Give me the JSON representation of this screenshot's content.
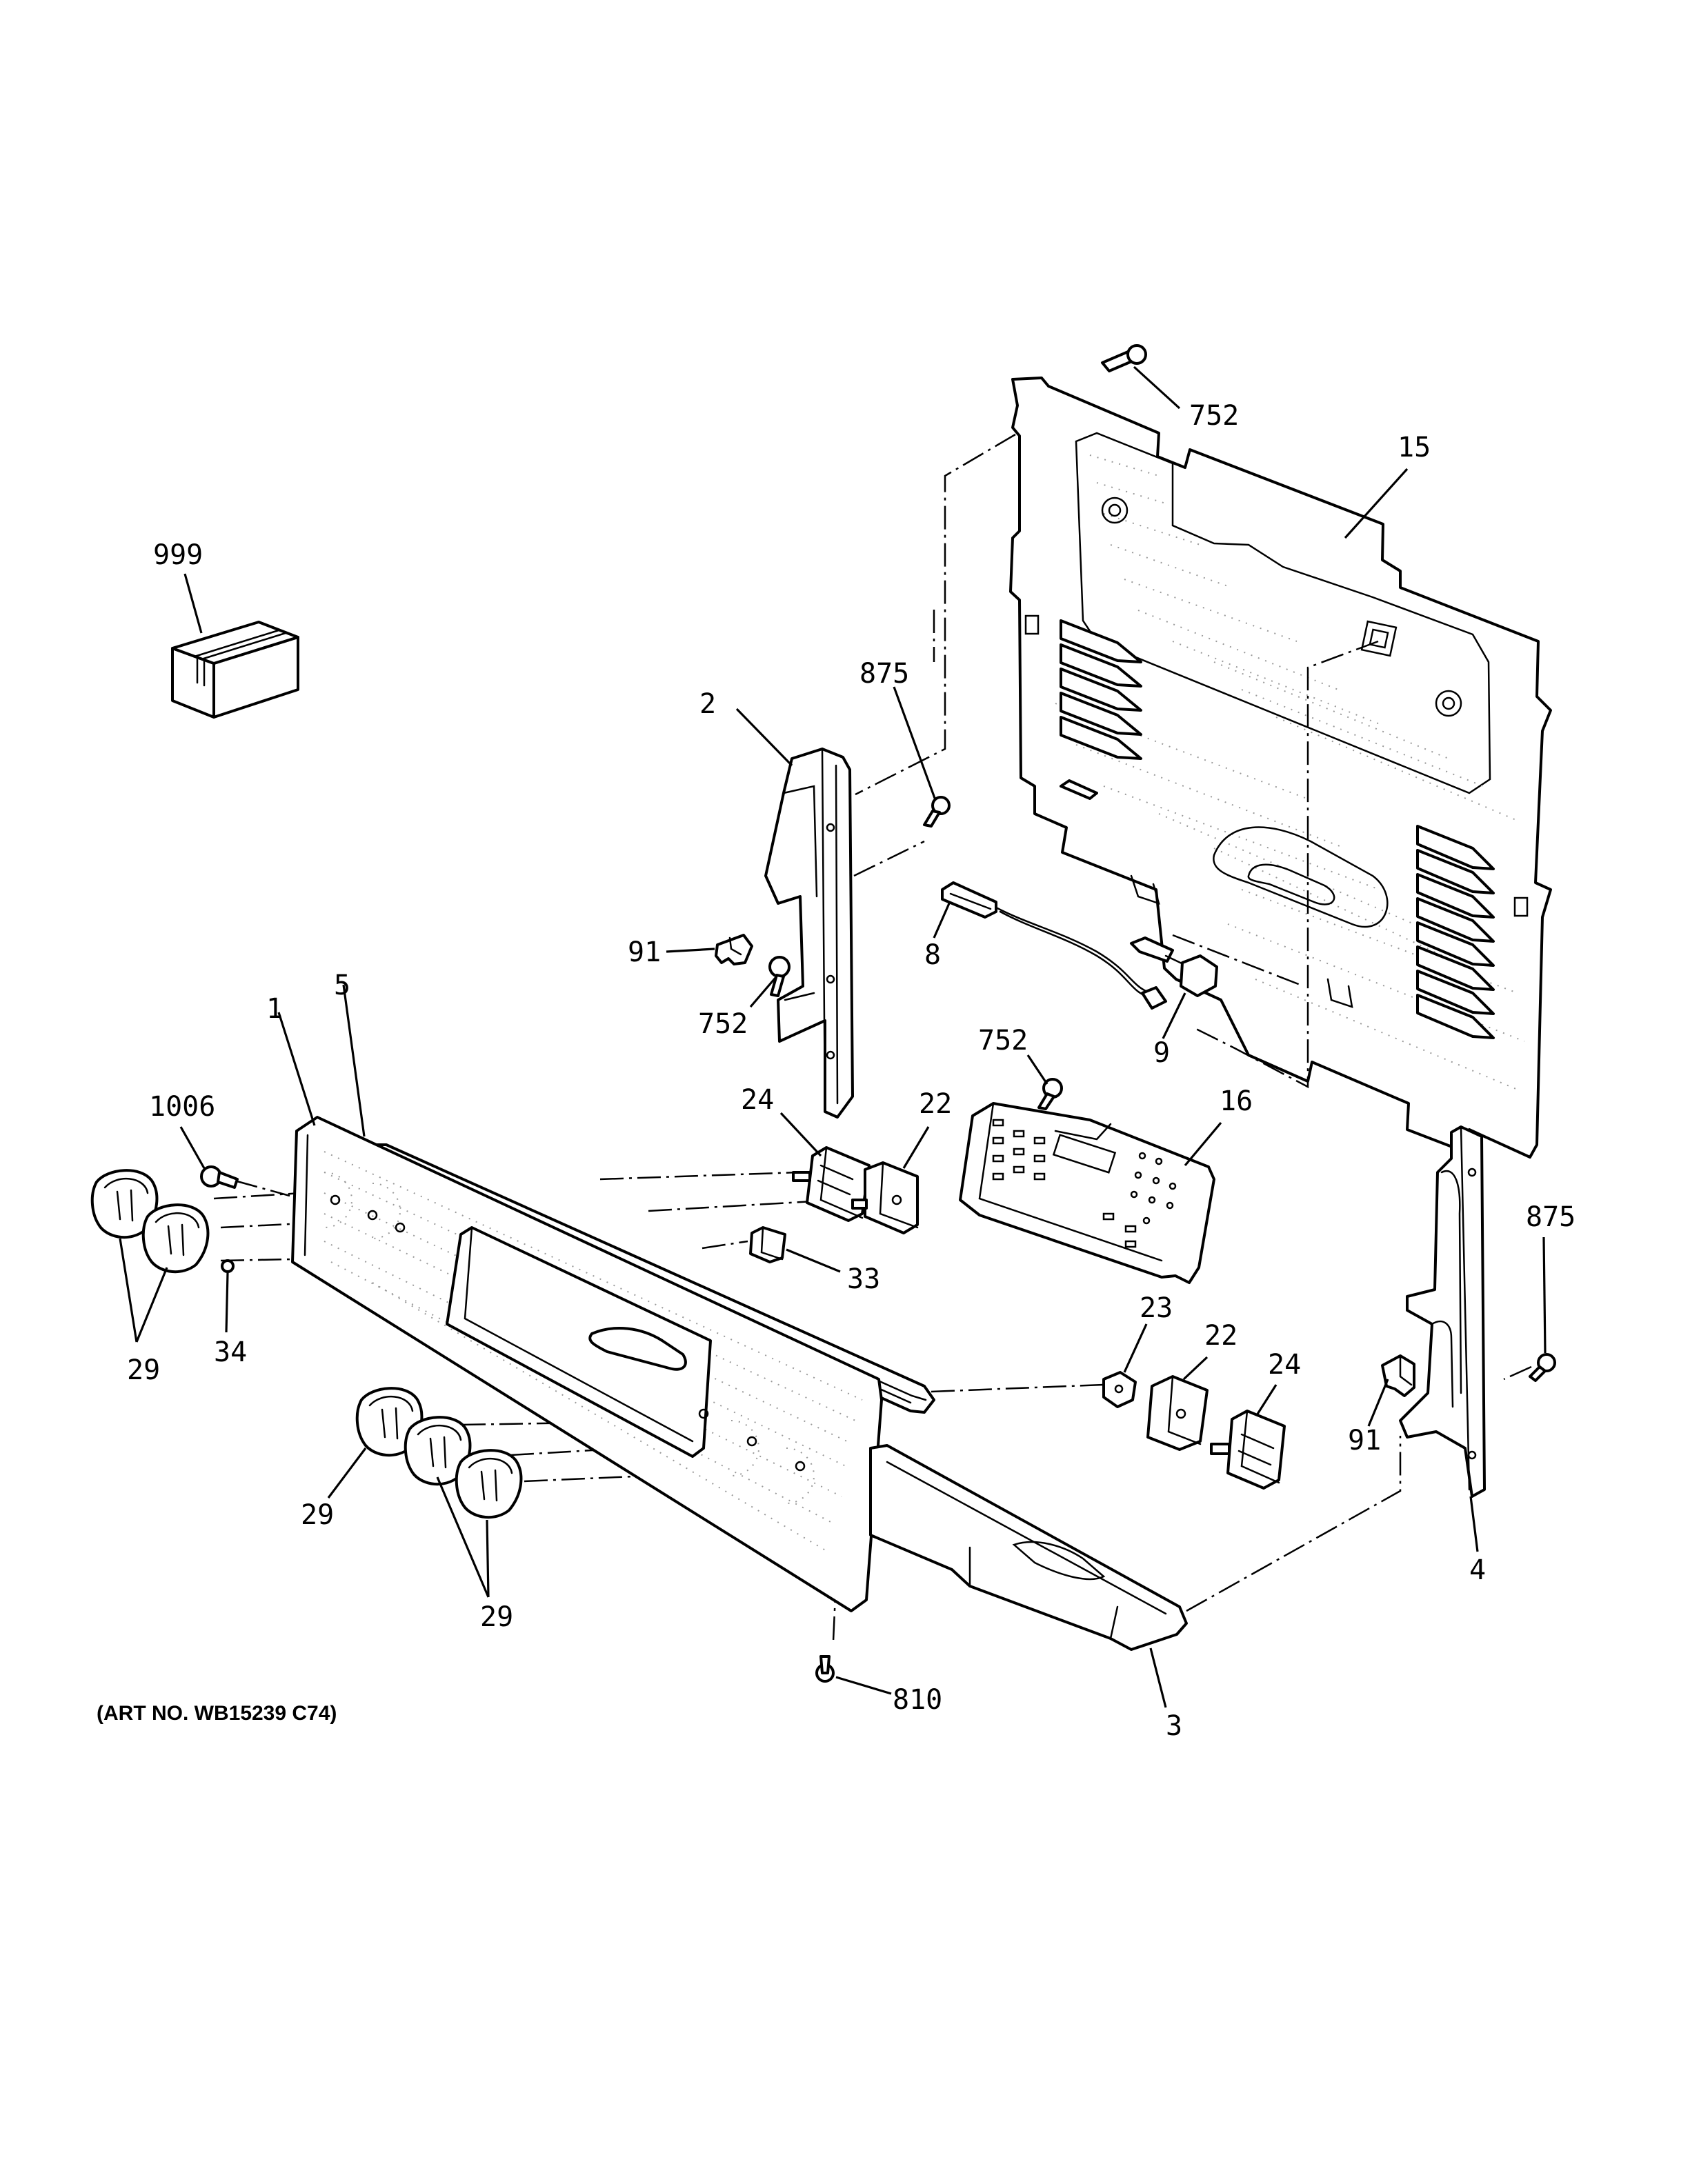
{
  "art_number": "(ART NO. WB15239 C74)",
  "callouts": {
    "c999": "999",
    "c752_top": "752",
    "c15": "15",
    "c875_upper": "875",
    "c2": "2",
    "c91_left": "91",
    "c752_mid": "752",
    "c8": "8",
    "c9": "9",
    "c752_board": "752",
    "c16": "16",
    "c5": "5",
    "c1": "1",
    "c1006": "1006",
    "c24_upper": "24",
    "c22_upper": "22",
    "c33": "33",
    "c29_left": "29",
    "c34": "34",
    "c875_right": "875",
    "c23": "23",
    "c22_lower": "22",
    "c24_lower": "24",
    "c91_right": "91",
    "c4": "4",
    "c29_mid": "29",
    "c29_bottom": "29",
    "c810": "810",
    "c3": "3"
  }
}
